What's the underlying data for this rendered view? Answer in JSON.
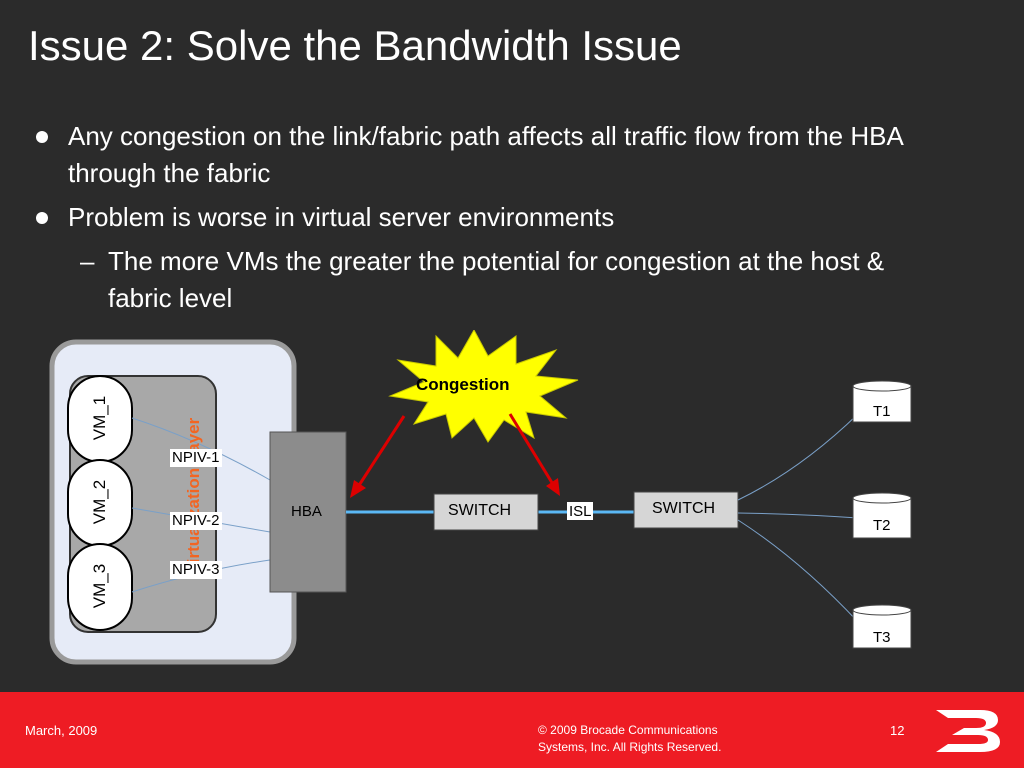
{
  "slide": {
    "title": "Issue 2: Solve the Bandwidth Issue",
    "bullets": [
      "Any congestion on the link/fabric path affects all traffic flow from the HBA through the fabric",
      "Problem is worse in virtual server environments"
    ],
    "sub_bullets": [
      "The more VMs the greater the potential for congestion at the host & fabric level"
    ],
    "sub_bullet_marker": "–"
  },
  "diagram": {
    "vms": [
      "VM_1",
      "VM_2",
      "VM_3"
    ],
    "virtualization_layer_label": "Virtualization Layer",
    "npiv": [
      "NPIV-1",
      "NPIV-2",
      "NPIV-3"
    ],
    "hba_label": "HBA",
    "switch_left_label": "SWITCH",
    "switch_right_label": "SWITCH",
    "isl_label": "ISL",
    "congestion_label": "Congestion",
    "targets": [
      "T1",
      "T2",
      "T3"
    ],
    "colors": {
      "link": "#5bb8f5",
      "congestion_burst": "#ffff00",
      "congestion_arrow": "#dd0000"
    }
  },
  "footer": {
    "date": "March, 2009",
    "copyright": "© 2009 Brocade Communications Systems, Inc. All Rights Reserved.",
    "page_number": "12",
    "brand_color": "#ee1c24"
  }
}
